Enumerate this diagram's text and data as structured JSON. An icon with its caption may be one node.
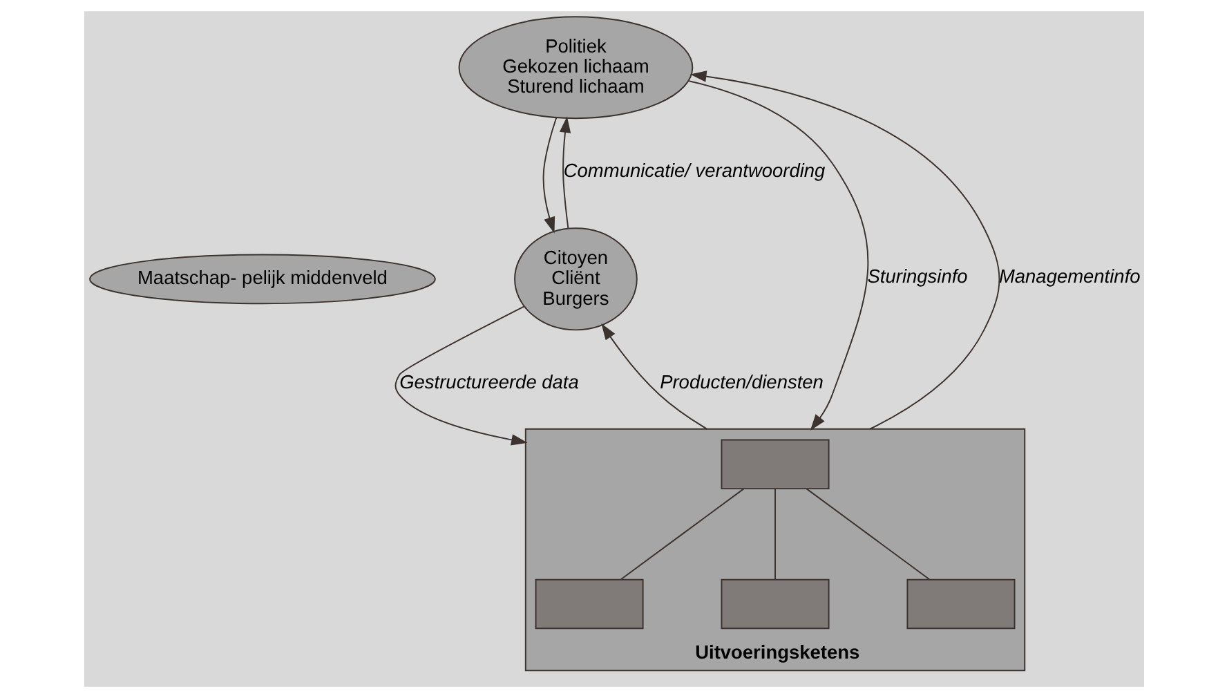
{
  "diagram": {
    "nodes": [
      {
        "text": [
          "Politiek",
          "Gekozen lichaam",
          "Sturend lichaam"
        ]
      },
      {
        "text": [
          "Maatschap- pelijk middenveld"
        ]
      },
      {
        "text": [
          "Citoyen",
          "Cliënt",
          "Burgers"
        ]
      },
      {
        "text": [
          "Uitvoeringsketens"
        ]
      },
      {
        "text": [],
        "shape": "box",
        "in": 3
      },
      {
        "text": [],
        "shape": "box",
        "in": 3
      },
      {
        "text": [],
        "shape": "box",
        "in": 3
      },
      {
        "text": [],
        "shape": "box",
        "in": 3
      }
    ],
    "edges": [
      {
        "from": 2,
        "to": 0,
        "arrow": "to",
        "label": "Communicatie/ verantwoording"
      },
      {
        "from": 0,
        "to": 2,
        "arrow": "to"
      },
      {
        "from": 0,
        "to": 3,
        "arrow": "to",
        "label": "Sturingsinfo"
      },
      {
        "from": 3,
        "to": 0,
        "arrow": "to",
        "label": "Managementinfo"
      },
      {
        "from": 2,
        "to": 3,
        "arrow": "to",
        "label": "Gestructureerde data"
      },
      {
        "from": 3,
        "to": 2,
        "arrow": "to",
        "label": "Producten/diensten"
      },
      {
        "from": 4,
        "to": 5,
        "arrow": "none"
      },
      {
        "from": 4,
        "to": 6,
        "arrow": "none"
      },
      {
        "from": 4,
        "to": 7,
        "arrow": "none"
      }
    ]
  }
}
